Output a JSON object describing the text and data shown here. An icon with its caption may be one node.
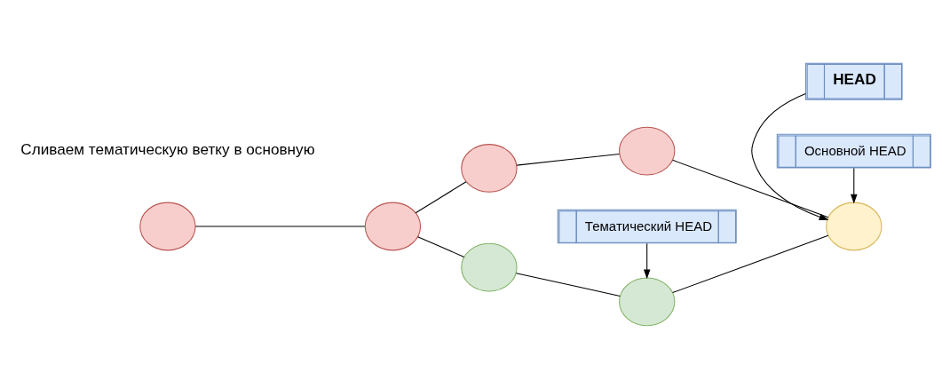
{
  "diagram": {
    "nodes": [
      {
        "text": [],
        "shape": "circle"
      },
      {
        "text": [],
        "shape": "circle"
      },
      {
        "text": [],
        "shape": "circle"
      },
      {
        "text": [],
        "shape": "circle"
      },
      {
        "text": [],
        "shape": "circle"
      },
      {
        "text": [],
        "shape": "circle"
      },
      {
        "text": [],
        "shape": "circle"
      },
      {
        "text": [
          "HEAD"
        ]
      },
      {
        "text": [
          "Основной HEAD"
        ]
      },
      {
        "text": [
          "Тематический HEAD"
        ]
      }
    ],
    "edges": [
      {
        "from": 0,
        "to": 1,
        "arrow": "none"
      },
      {
        "from": 1,
        "to": 2,
        "arrow": "none"
      },
      {
        "from": 2,
        "to": 3,
        "arrow": "none"
      },
      {
        "from": 3,
        "to": 6,
        "arrow": "none"
      },
      {
        "from": 1,
        "to": 4,
        "arrow": "none"
      },
      {
        "from": 4,
        "to": 5,
        "arrow": "none"
      },
      {
        "from": 5,
        "to": 6,
        "arrow": "none"
      },
      {
        "from": 7,
        "to": 6,
        "arrow": "to"
      },
      {
        "from": 8,
        "to": 6,
        "arrow": "to"
      },
      {
        "from": 9,
        "to": 5,
        "arrow": "to"
      }
    ],
    "labels": [
      "Сливаем тематическую ветку в основную"
    ]
  }
}
